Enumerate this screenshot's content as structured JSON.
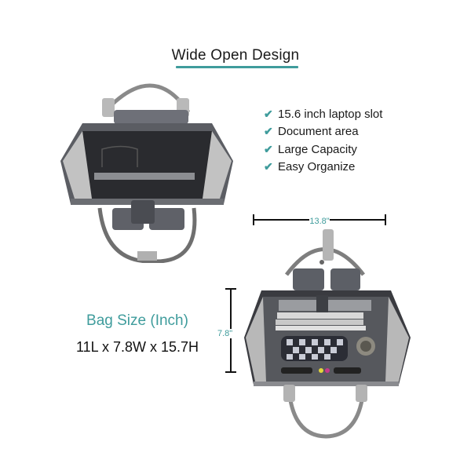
{
  "header": {
    "title": "Wide Open Design",
    "accent_color": "#3f9c9c"
  },
  "features": {
    "icon": "check-icon",
    "items": [
      {
        "label": "15.6 inch laptop slot"
      },
      {
        "label": "Document area"
      },
      {
        "label": "Large Capacity"
      },
      {
        "label": "Easy Organize"
      }
    ]
  },
  "bag_size": {
    "title": "Bag Size (Inch)",
    "value": "11L x 7.8W x 15.7H"
  },
  "dimensions": {
    "width_label": "13.8\"",
    "depth_label": "7.8\""
  },
  "images": {
    "top_bag": "open-backpack-empty-image",
    "bottom_bag": "open-backpack-packed-image"
  }
}
